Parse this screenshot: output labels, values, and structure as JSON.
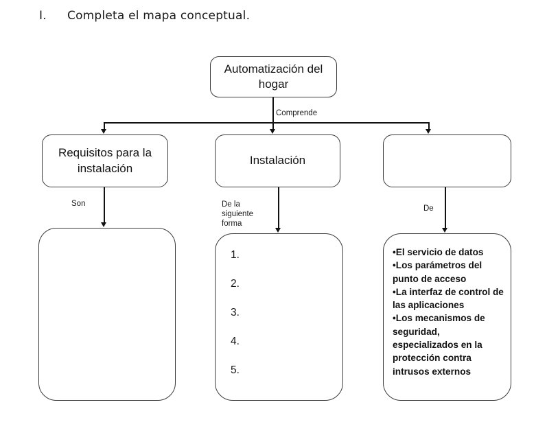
{
  "heading": {
    "numeral": "I.",
    "text": "Completa el mapa conceptual."
  },
  "diagram": {
    "nodes": {
      "top": "Automatización del hogar",
      "left_branch": "Requisitos para la instalación",
      "middle_branch": "Instalación",
      "right_branch": "",
      "bottom_left": "",
      "bottom_middle_items": [
        "1.",
        "2.",
        "3.",
        "4.",
        "5."
      ],
      "bottom_right_items": [
        "•El servicio de datos",
        "•Los parámetros del punto de acceso",
        "•La interfaz de control de las aplicaciones",
        "•Los mecanismos de seguridad, especializados en la protección contra intrusos externos"
      ]
    },
    "edge_labels": {
      "from_top": "Comprende",
      "left": "Son",
      "middle": "De la siguiente forma",
      "right": "De"
    }
  },
  "colors": {
    "background": "#ffffff",
    "box_border": "#3a3a3a",
    "line": "#111111",
    "text": "#141414"
  }
}
